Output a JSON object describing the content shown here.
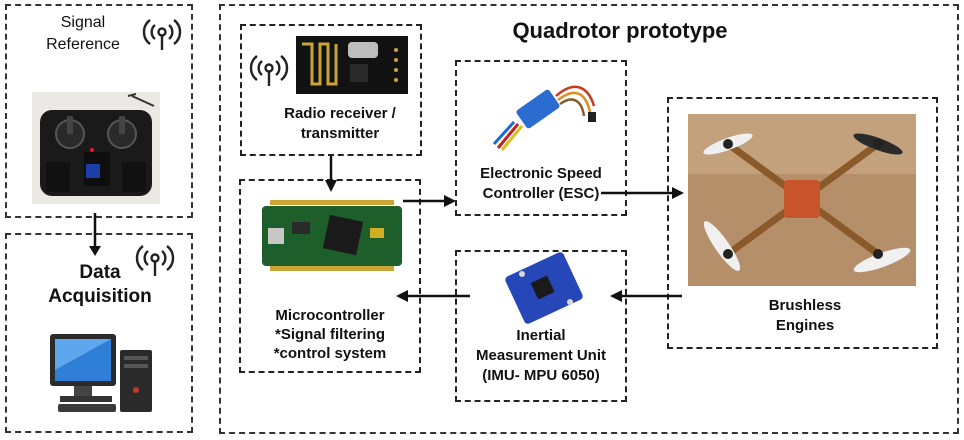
{
  "diagram": {
    "title": "Quadrotor prototype",
    "left_panel": {
      "signal_reference": [
        "Signal",
        "Reference"
      ],
      "data_acquisition": [
        "Data",
        "Acquisition"
      ]
    },
    "nodes": {
      "radio": [
        "Radio receiver /",
        "transmitter"
      ],
      "esc": [
        "Electronic Speed",
        "Controller (ESC)"
      ],
      "engines": [
        "Brushless",
        "Engines"
      ],
      "microcontroller": [
        "Microcontroller",
        "*Signal filtering",
        "*control system"
      ],
      "imu": [
        "Inertial",
        "Measurement Unit",
        "(IMU- MPU 6050)"
      ]
    },
    "icons": [
      "wifi-antenna-icon",
      "remote-control-image",
      "computer-icon",
      "radio-module-image",
      "esc-image",
      "quadrotor-image",
      "arduino-board-image",
      "imu-board-image"
    ]
  }
}
